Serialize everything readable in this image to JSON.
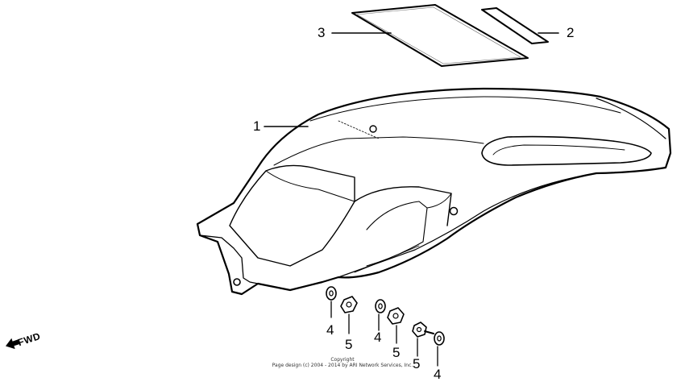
{
  "callouts": {
    "c1": "1",
    "c2": "2",
    "c3": "3",
    "c4a": "4",
    "c4b": "4",
    "c4c": "4",
    "c5a": "5",
    "c5b": "5",
    "c5c": "5"
  },
  "fwd": {
    "label": "FWD"
  },
  "copyright": {
    "line1": "Copyright",
    "line2": "Page design (c) 2004 - 2014 by ARI Network Services, Inc."
  }
}
